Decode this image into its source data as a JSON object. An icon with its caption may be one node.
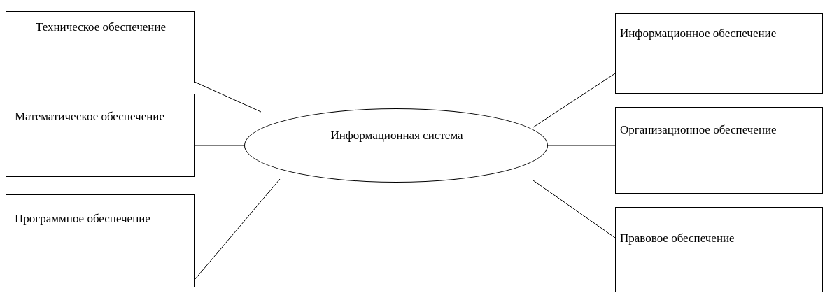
{
  "diagram": {
    "nodes": [
      {
        "text": [
          "Техническое обеспечение"
        ]
      },
      {
        "text": [
          "Математическое обеспечение"
        ]
      },
      {
        "text": [
          "Программное обеспечение"
        ]
      },
      {
        "text": [
          "Информационная система"
        ]
      },
      {
        "text": [
          "Информационное обеспечение"
        ]
      },
      {
        "text": [
          "Организационное обеспечение"
        ]
      },
      {
        "text": [
          "Правовое обеспечение"
        ]
      }
    ],
    "edges": [
      {
        "from": 0,
        "to": 3,
        "arrow": "none"
      },
      {
        "from": 1,
        "to": 3,
        "arrow": "none"
      },
      {
        "from": 2,
        "to": 3,
        "arrow": "none"
      },
      {
        "from": 4,
        "to": 3,
        "arrow": "none"
      },
      {
        "from": 5,
        "to": 3,
        "arrow": "none"
      },
      {
        "from": 6,
        "to": 3,
        "arrow": "none"
      }
    ]
  }
}
